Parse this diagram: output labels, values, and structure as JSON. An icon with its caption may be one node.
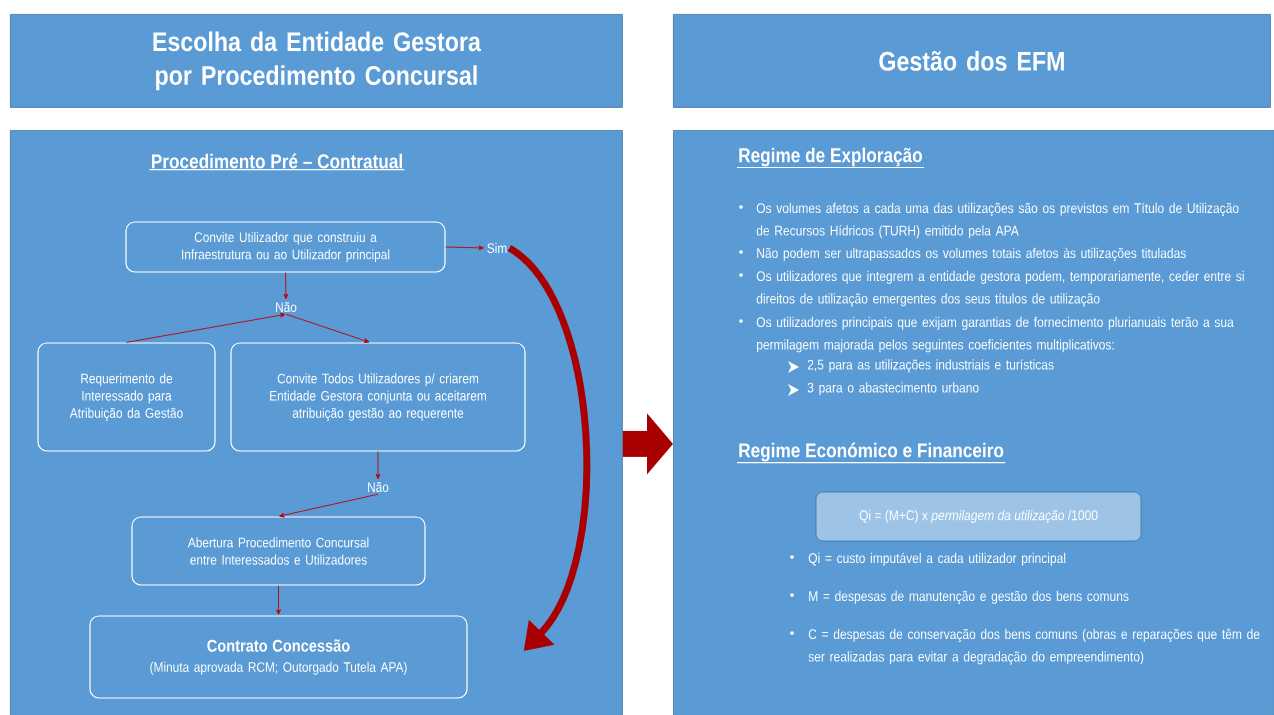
{
  "diagram": {
    "nodes": [
      {
        "text": [
          "Escolha da Entidade Gestora por Procedimento Concursal"
        ]
      },
      {
        "text": [
          "Gestão dos EFM"
        ]
      },
      {
        "text": [
          "Procedimento Pré – Contratual"
        ]
      },
      {
        "text": [
          "Convite Utilizador que construiu a Infraestrutura ou ao Utilizador principal"
        ],
        "in": 2
      },
      {
        "text": [
          "Sim"
        ],
        "in": 2
      },
      {
        "text": [
          "Não"
        ],
        "in": 2
      },
      {
        "text": [
          "Requerimento de Interessado para Atribuição da Gestão"
        ],
        "in": 2
      },
      {
        "text": [
          "Convite Todos Utilizadores p/ criarem Entidade Gestora conjunta ou aceitarem atribuição gestão ao requerente"
        ],
        "in": 2
      },
      {
        "text": [
          "Não"
        ],
        "in": 2
      },
      {
        "text": [
          "Abertura Procedimento Concursal entre Interessados e Utilizadores"
        ],
        "in": 2
      },
      {
        "text": [
          "Contrato Concessão",
          "(Minuta aprovada RCM; Outorgado Tutela APA)"
        ],
        "in": 2
      },
      {
        "text": [
          "Regime de Exploração",
          "Os volumes afetos a cada uma das utilizações são os previstos em Título de Utilização de Recursos Hídricos (TURH) emitido pela APA",
          "Não podem ser ultrapassados os volumes totais afetos às utilizações tituladas",
          "Os utilizadores que integrem a entidade gestora podem, temporariamente, ceder entre si direitos de utilização emergentes dos seus títulos de utilização",
          "Os utilizadores principais que exijam garantias de fornecimento plurianuais terão a sua permilagem majorada pelos seguintes coeficientes multiplicativos:",
          "2,5 para as utilizações industriais e turísticas",
          "3 para o abastecimento urbano",
          "Regime Económico e Financeiro",
          "Qi = custo imputável a cada utilizador principal",
          "M = despesas de manutenção e gestão dos bens comuns",
          "C = despesas de conservação dos bens comuns (obras e reparações que têm de ser realizadas para evitar a degradação do empreendimento)"
        ]
      },
      {
        "text": [
          "Qi = (M+C) x *permilagem da utilização* /1000"
        ],
        "in": 11
      }
    ],
    "edges": [
      {
        "from": 3,
        "to": 4,
        "arrow": "to"
      },
      {
        "from": 3,
        "to": 5,
        "arrow": "to"
      },
      {
        "from": 6,
        "to": 5,
        "arrow": "to"
      },
      {
        "from": 5,
        "to": 7,
        "arrow": "to"
      },
      {
        "from": 7,
        "to": 8,
        "arrow": "to"
      },
      {
        "from": 8,
        "to": 9,
        "arrow": "to"
      },
      {
        "from": 9,
        "to": 10,
        "arrow": "to"
      },
      {
        "from": 4,
        "to": 10,
        "arrow": "to",
        "style": "thick",
        "color": "#a80000"
      },
      {
        "from": 2,
        "to": 11,
        "arrow": "to",
        "style": "thick",
        "color": "#a80000"
      }
    ]
  }
}
